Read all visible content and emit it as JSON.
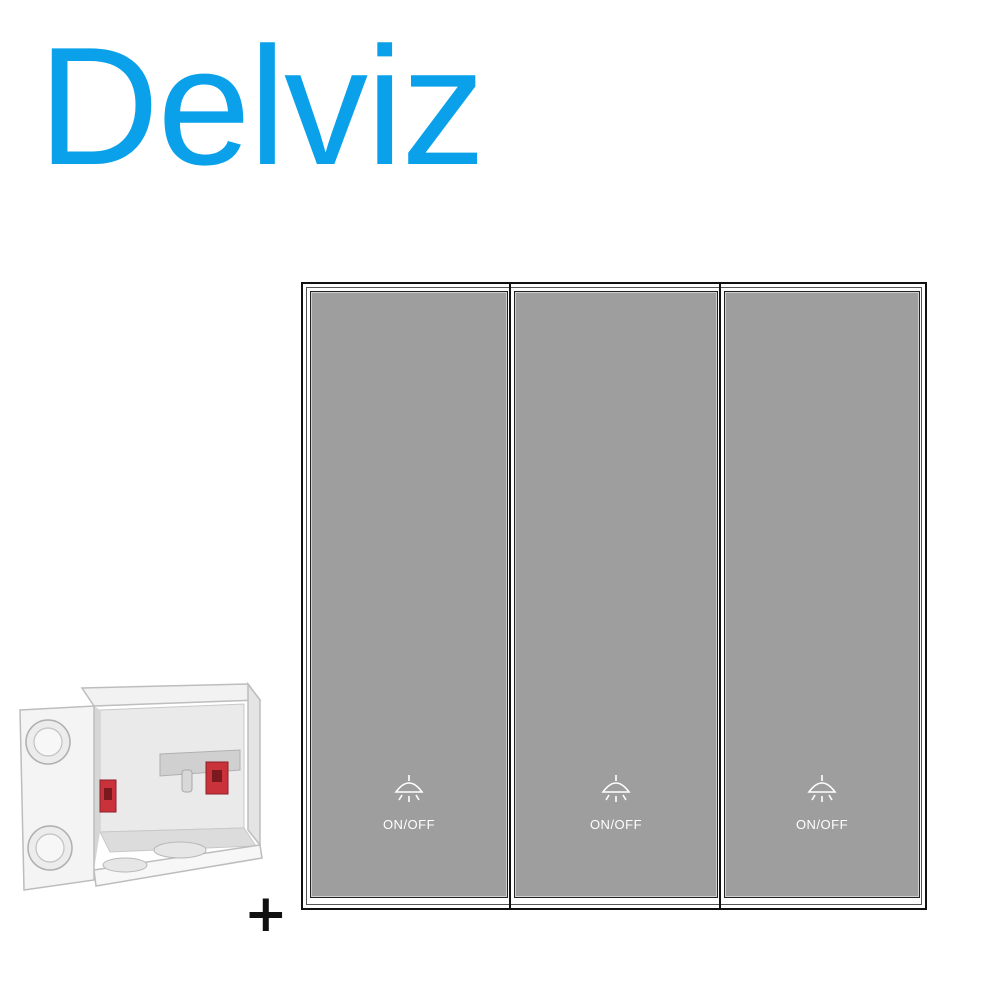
{
  "brand": {
    "name": "Delviz",
    "color": "#0aa1ea"
  },
  "product": {
    "gang_count": 3,
    "key_color": "#9e9e9e",
    "key_icon": "pendant-lamp-icon",
    "keys": [
      {
        "label": "ON/OFF"
      },
      {
        "label": "ON/OFF"
      },
      {
        "label": "ON/OFF"
      }
    ]
  },
  "accessory": {
    "icon": "wall-back-box-icon",
    "plus_symbol": "+",
    "accent_color": "#c9323a"
  }
}
